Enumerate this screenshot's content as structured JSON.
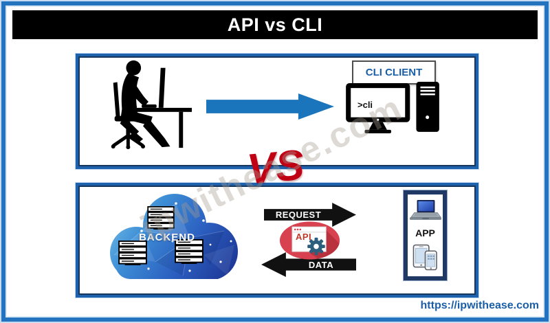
{
  "title_bar": {
    "title": "API vs CLI"
  },
  "top_panel": {
    "cli_client_label": "CLI CLIENT",
    "cli_screen_text": ">cli"
  },
  "vs_label": "VS",
  "bottom_panel": {
    "backend_label": "BACKEND",
    "request_label": "REQUEST",
    "data_label": "DATA",
    "api_label": "API",
    "app_label": "APP"
  },
  "footer": {
    "url": "https://ipwithease.com"
  },
  "watermark_text": "ipwithease.com",
  "colors": {
    "frame_blue": "#2473BE",
    "panel_border_blue": "#1E62AE",
    "panel_inner_navy": "#16365C",
    "title_bg": "#000000",
    "title_text": "#FFFFFF",
    "flow_arrow_blue": "#1B75BC",
    "black_arrow": "#111111",
    "vs_red": "#C00013",
    "api_badge_red": "#D8414F",
    "gear_blue": "#2B5F7D",
    "link_blue": "#1B5EA8",
    "app_frame_navy": "#1F3864",
    "cloud_light": "#8ED3F0",
    "cloud_dark": "#1B2F8E"
  },
  "icons": {
    "person-at-desk-icon": "silhouette of person typing at desk",
    "desktop-computer-icon": "monitor with tower",
    "cloud-icon": "polygonal cloud",
    "server-icon": "server rack stack",
    "api-gear-icon": "gear on browser window",
    "laptop-icon": "laptop",
    "tablet-phone-icon": "tablet and smartphone",
    "flow-arrow-icon": "block arrow"
  }
}
